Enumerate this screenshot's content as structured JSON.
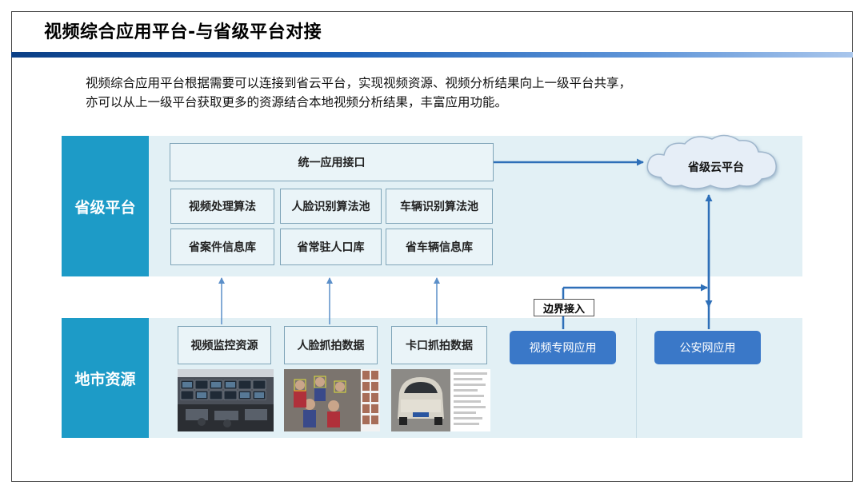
{
  "title": "视频综合应用平台-与省级平台对接",
  "description": {
    "line1": "视频综合应用平台根据需要可以连接到省云平台，实现视频资源、视频分析结果向上一级平台共享，",
    "line2": "亦可以从上一级平台获取更多的资源结合本地视频分析结果，丰富应用功能。"
  },
  "provincial": {
    "label": "省级平台",
    "unified_api": "统一应用接口",
    "algorithms": [
      "视频处理算法",
      "人脸识别算法池",
      "车辆识别算法池"
    ],
    "databases": [
      "省案件信息库",
      "省常驻人口库",
      "省车辆信息库"
    ],
    "cloud": "省级云平台"
  },
  "local": {
    "label": "地市资源",
    "sources": [
      "视频监控资源",
      "人脸抓拍数据",
      "卡口抓拍数据"
    ],
    "private_network_app": "视频专网应用",
    "public_security_app": "公安网应用",
    "edge_access": "边界接入"
  },
  "colors": {
    "band_bg": "#e2f0f5",
    "label_bg": "#1d9bc7",
    "button_blue": "#3a78c8",
    "arrow": "#2e6fb8",
    "title_bar": "#1e62b8"
  }
}
